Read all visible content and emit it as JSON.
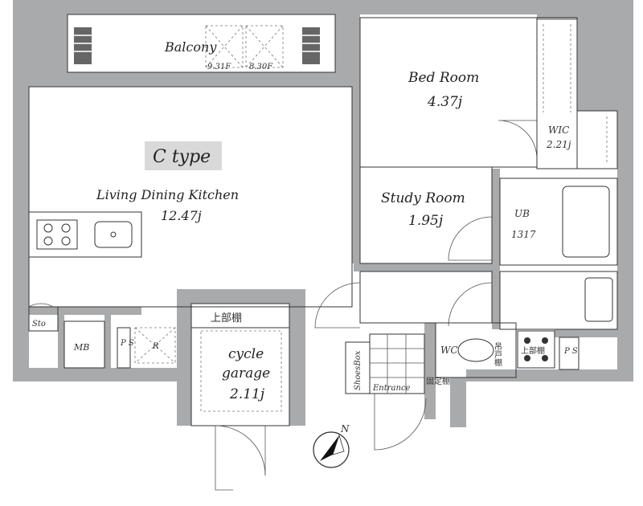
{
  "plan": {
    "type_label": "C type",
    "rooms": {
      "balcony": {
        "name": "Balcony",
        "dims_left": "9.31F",
        "dims_right": "8.30F"
      },
      "bedroom": {
        "name": "Bed Room",
        "size": "4.37j"
      },
      "wic": {
        "name": "WIC",
        "size": "2.21j"
      },
      "ldk": {
        "name": "Living Dining Kitchen",
        "size": "12.47j"
      },
      "study": {
        "name": "Study Room",
        "size": "1.95j"
      },
      "ub": {
        "name": "UB",
        "size": "1317"
      },
      "sto": {
        "name": "Sto"
      },
      "mb": {
        "name": "MB"
      },
      "ps_left": {
        "name": "P S"
      },
      "upper_shelf": {
        "name": "上部棚"
      },
      "cycle": {
        "line1": "cycle",
        "line2": "garage",
        "size": "2.11j"
      },
      "shoesbox": {
        "name": "ShoesBox"
      },
      "entrance": {
        "name": "Entrance"
      },
      "wc": {
        "name": "WC"
      },
      "wc_shelf": {
        "name": "吊戸棚"
      },
      "fixed_shelf": {
        "name": "固定棚"
      },
      "laundry_shelf": {
        "name": "上部棚"
      },
      "ps_right": {
        "name": "P S"
      },
      "r_mark": {
        "name": "R"
      }
    },
    "compass": {
      "label": "N"
    },
    "colors": {
      "wall": "#a9aaab",
      "kitchen": "#cfe6f3",
      "bath": "#cfe6f3",
      "wic": "#e9e6d6",
      "entrance": "#ddd0e6",
      "type_bg": "#d9d9d9"
    }
  }
}
